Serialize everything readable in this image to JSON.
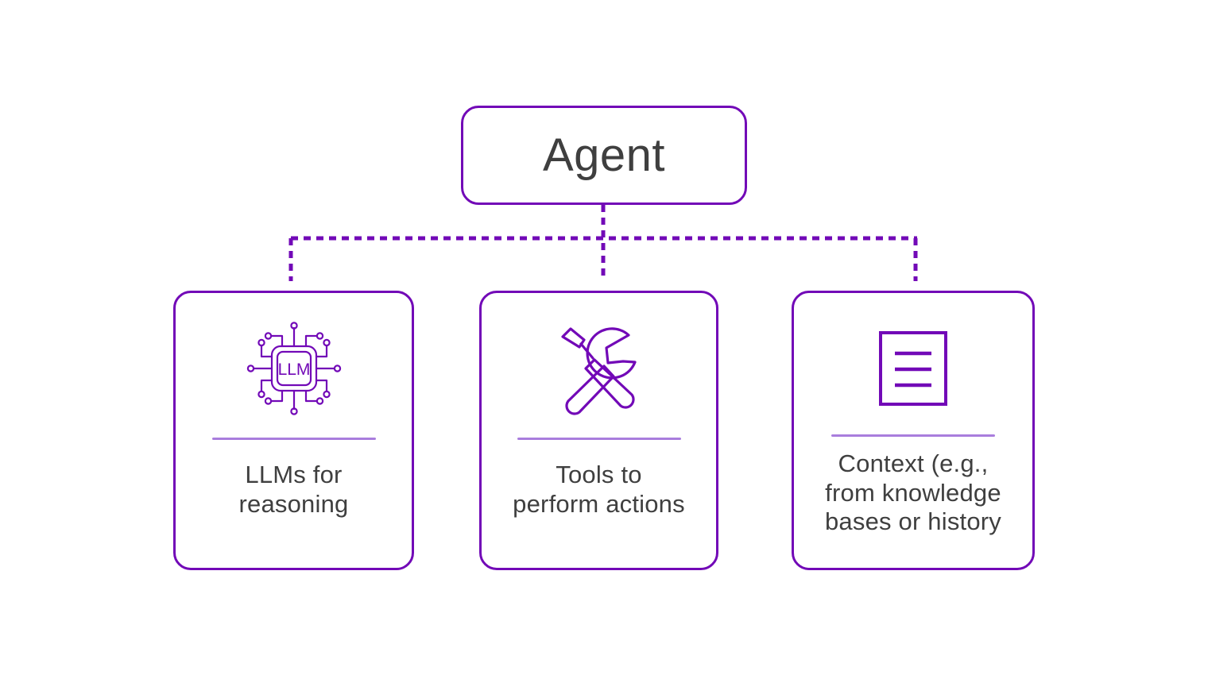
{
  "diagram": {
    "title_node": {
      "label": "Agent",
      "shape": "rounded-rectangle"
    },
    "colors": {
      "primary_purple": "#7209b7",
      "divider_purple": "#a97ddd",
      "text_gray": "#3f3f3f",
      "background": "#ffffff"
    },
    "connector": {
      "style": "dashed",
      "color": "#7209b7"
    },
    "children": [
      {
        "id": "llm",
        "icon": "llm-chip-icon",
        "icon_label": "LLM",
        "text": "LLMs for\nreasoning"
      },
      {
        "id": "tools",
        "icon": "wrench-screwdriver-icon",
        "icon_label": "",
        "text": "Tools to\nperform actions"
      },
      {
        "id": "context",
        "icon": "document-lines-icon",
        "icon_label": "",
        "text": "Context (e.g.,\nfrom knowledge\nbases or history"
      }
    ]
  }
}
